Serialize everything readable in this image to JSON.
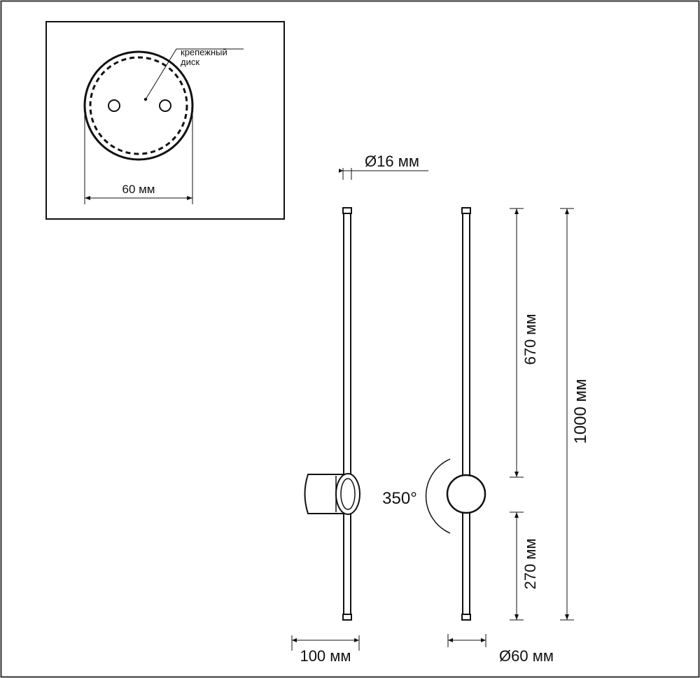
{
  "inset": {
    "mount_label_line1": "крепежный",
    "mount_label_line2": "диск",
    "disk_width": "60 мм"
  },
  "dimensions": {
    "tube_diameter": "Ø16 мм",
    "upper_length": "670 мм",
    "total_length": "1000 мм",
    "lower_length": "270 мм",
    "projection": "100 мм",
    "base_diameter": "Ø60 мм",
    "rotation": "350°"
  },
  "colors": {
    "stroke": "#111111",
    "background": "#ffffff",
    "frame": "#333333"
  }
}
